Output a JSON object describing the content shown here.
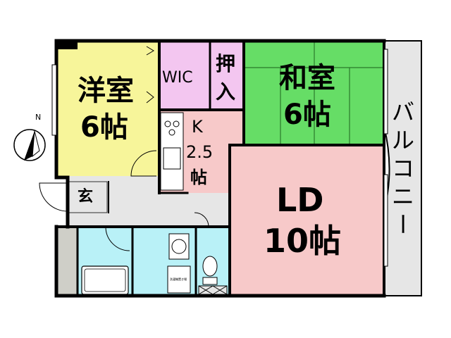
{
  "compass": {
    "north_label": "N"
  },
  "rooms": {
    "western_room": {
      "line1": "洋室",
      "line2": "6帖"
    },
    "wic": {
      "label": "WIC"
    },
    "closet": {
      "line1": "押",
      "line2": "入"
    },
    "japanese_room": {
      "line1": "和室",
      "line2": "6帖"
    },
    "kitchen": {
      "line1": "K",
      "line2": "2.5",
      "line3": "帖"
    },
    "ld": {
      "line1": "LD",
      "line2": "10帖"
    },
    "entrance": {
      "label": "玄"
    },
    "balcony": {
      "chars": [
        "バ",
        "ル",
        "コ",
        "ニ",
        "ー"
      ]
    },
    "washer_label": "洗濯機置き場"
  },
  "colors": {
    "western_room": "#f7f59a",
    "wic": "#f3c6f0",
    "closet": "#f3c6f0",
    "japanese_room": "#66dd66",
    "kitchen": "#f7c9c9",
    "ld": "#f7c9c9",
    "wet_area": "#b9f1f7",
    "balcony": "#e6e6e6",
    "hall": "#e6e6e6",
    "wall": "#000000"
  }
}
